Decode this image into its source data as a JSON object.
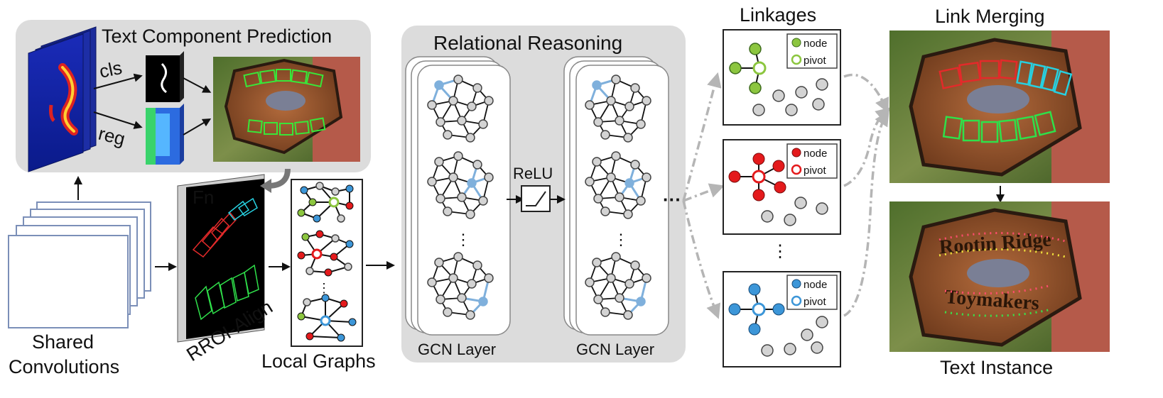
{
  "labels": {
    "text_component_prediction": "Text Component Prediction",
    "cls": "cls",
    "reg": "reg",
    "shared_convolutions_1": "Shared",
    "shared_convolutions_2": "Convolutions",
    "fn": "Fn",
    "rroi_align": "RROI-Align",
    "local_graphs": "Local Graphs",
    "relational_reasoning": "Relational Reasoning",
    "relu": "ReLU",
    "gcn_layer_1": "GCN Layer",
    "gcn_layer_2": "GCN Layer",
    "ellipsis": "···",
    "linkages": "Linkages",
    "link_merging": "Link Merging",
    "text_instance": "Text Instance"
  },
  "legend": {
    "green": {
      "node": "node",
      "pivot": "pivot"
    },
    "red": {
      "node": "node",
      "pivot": "pivot"
    },
    "blue": {
      "node": "node",
      "pivot": "pivot"
    }
  },
  "photo_text": {
    "sign_line_1": "Rootin Ridge",
    "sign_line_2": "Toymakers"
  },
  "colors": {
    "green": "#8cc63f",
    "red": "#e41a1c",
    "blue": "#3c96d8",
    "light_blue": "#7fb0dc",
    "gray_node": "#d3d3d3",
    "panel": "#dcdcdc"
  }
}
